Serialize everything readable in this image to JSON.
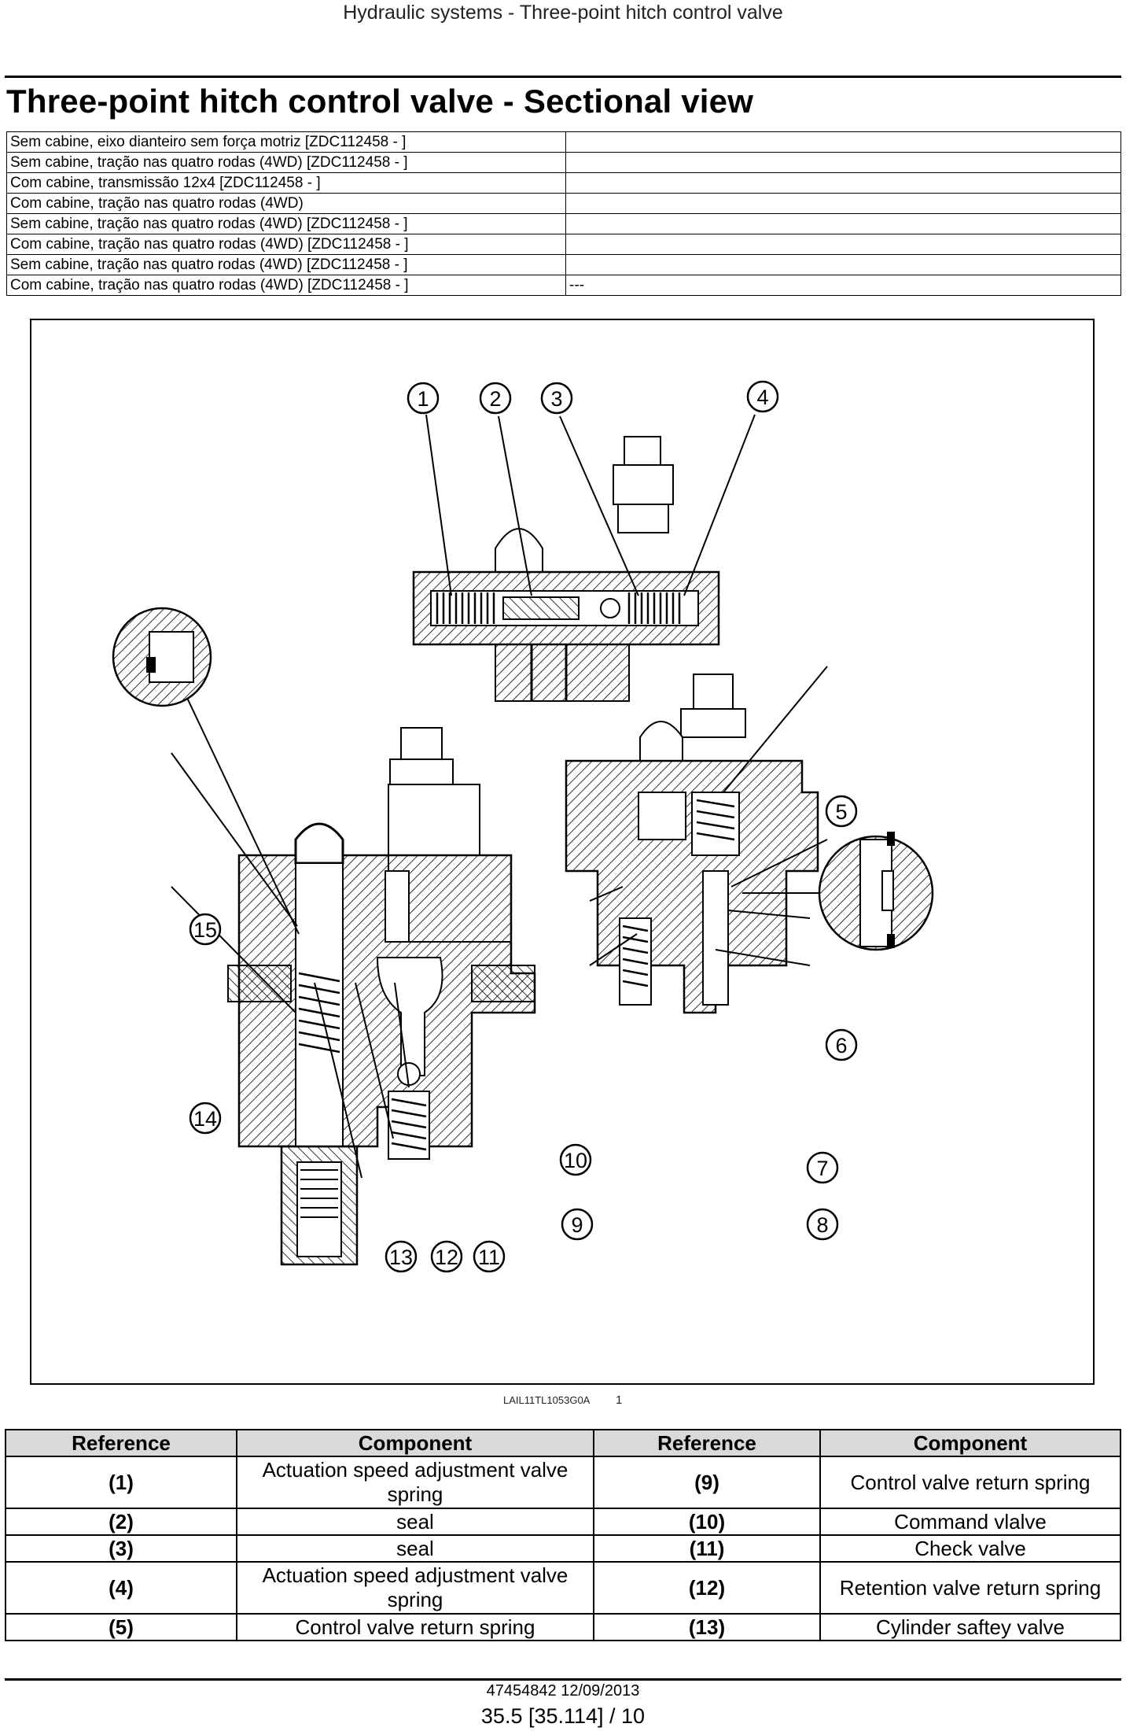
{
  "header": {
    "title": "Hydraulic systems - Three-point hitch control valve"
  },
  "page_title": "Three-point hitch control valve - Sectional view",
  "applicability": {
    "rows": [
      {
        "config": "Sem cabine, eixo dianteiro sem força motriz [ZDC112458 - ]",
        "value": ""
      },
      {
        "config": "Sem cabine, tração nas quatro rodas (4WD) [ZDC112458 - ]",
        "value": ""
      },
      {
        "config": "Com cabine, transmissão 12x4 [ZDC112458 - ]",
        "value": ""
      },
      {
        "config": "Com cabine, tração nas quatro rodas (4WD)",
        "value": ""
      },
      {
        "config": "Sem cabine, tração nas quatro rodas (4WD) [ZDC112458 - ]",
        "value": ""
      },
      {
        "config": "Com cabine, tração nas quatro rodas (4WD) [ZDC112458 - ]",
        "value": ""
      },
      {
        "config": "Sem cabine, tração nas quatro rodas (4WD) [ZDC112458 - ]",
        "value": ""
      },
      {
        "config": "Com cabine, tração nas quatro rodas (4WD) [ZDC112458 - ]",
        "value": "---"
      }
    ]
  },
  "figure": {
    "callouts": [
      "1",
      "2",
      "3",
      "4",
      "5",
      "6",
      "7",
      "8",
      "9",
      "10",
      "11",
      "12",
      "13",
      "14",
      "15"
    ],
    "reference_code": "LAIL11TL1053G0A",
    "number": "1"
  },
  "parts_table": {
    "headers": [
      "Reference",
      "Component",
      "Reference",
      "Component"
    ],
    "rows": [
      {
        "ref_left": "(1)",
        "comp_left": "Actuation speed adjustment valve spring",
        "ref_right": "(9)",
        "comp_right": "Control valve return spring"
      },
      {
        "ref_left": "(2)",
        "comp_left": "seal",
        "ref_right": "(10)",
        "comp_right": "Command vlalve"
      },
      {
        "ref_left": "(3)",
        "comp_left": "seal",
        "ref_right": "(11)",
        "comp_right": "Check valve"
      },
      {
        "ref_left": "(4)",
        "comp_left": "Actuation speed adjustment valve spring",
        "ref_right": "(12)",
        "comp_right": "Retention valve return spring"
      },
      {
        "ref_left": "(5)",
        "comp_left": "Control valve return spring",
        "ref_right": "(13)",
        "comp_right": "Cylinder saftey valve"
      }
    ]
  },
  "footer": {
    "doc_ref": "47454842 12/09/2013",
    "page": "35.5 [35.114] / 10"
  }
}
